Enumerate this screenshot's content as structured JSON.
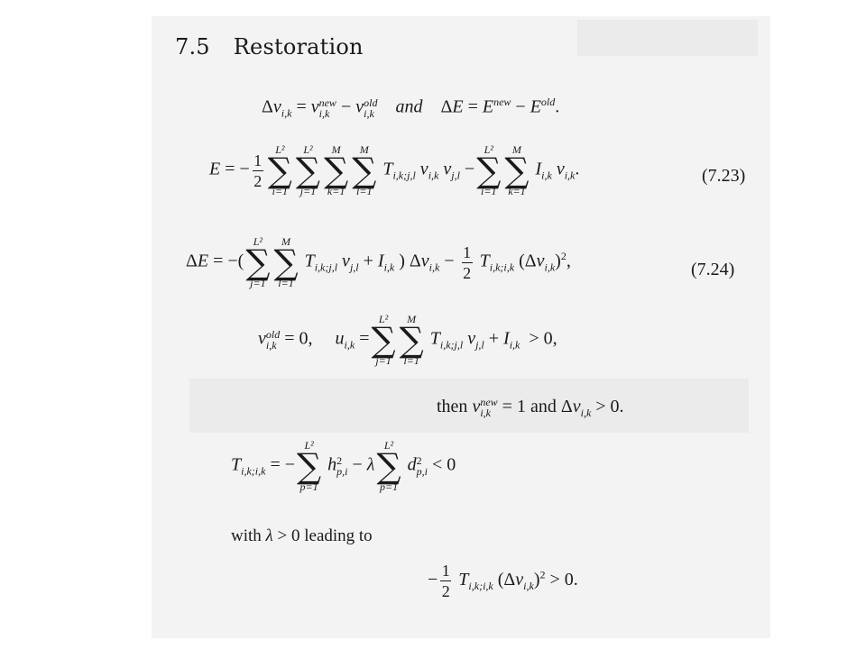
{
  "section": {
    "number": "7.5",
    "title": "Restoration"
  },
  "eq_delta_defs": {
    "connector": "and"
  },
  "eq_723": {
    "label": "(7.23)"
  },
  "eq_724": {
    "label": "(7.24)"
  },
  "condition": {
    "then_prefix": "then",
    "then_and": "and"
  },
  "text_with_lambda": {
    "before": "with",
    "after": "leading to"
  }
}
